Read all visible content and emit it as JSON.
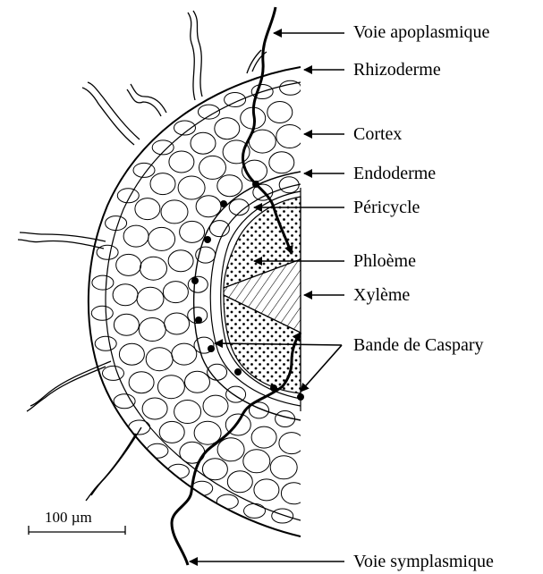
{
  "labels": {
    "voie_apoplasmique": "Voie apoplasmique",
    "rhizoderme": "Rhizoderme",
    "cortex": "Cortex",
    "endoderme": "Endoderme",
    "pericycle": "Péricycle",
    "phloeme": "Phloème",
    "xyleme": "Xylème",
    "bande_de_caspary": "Bande de Caspary",
    "voie_symplasmique": "Voie symplasmique"
  },
  "scale_bar": {
    "label": "100 µm"
  },
  "colors": {
    "ink": "#000000",
    "background": "#ffffff"
  }
}
